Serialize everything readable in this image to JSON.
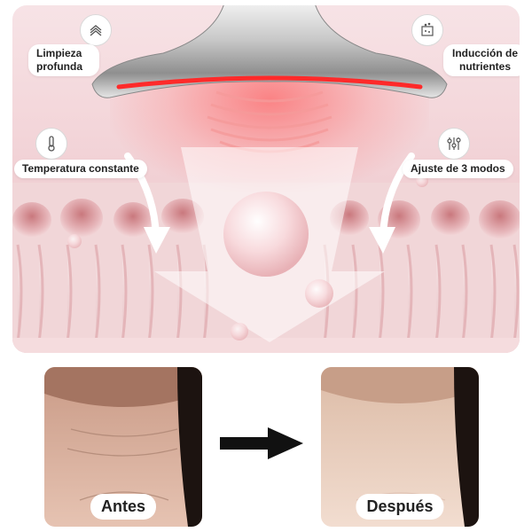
{
  "features": {
    "deep_cleansing": "Limpieza profunda",
    "nutrient_induction": "Inducción de nutrientes",
    "constant_temperature": "Temperatura constante",
    "three_modes": "Ajuste de 3 modos"
  },
  "comparison": {
    "before_label": "Antes",
    "after_label": "Después"
  }
}
